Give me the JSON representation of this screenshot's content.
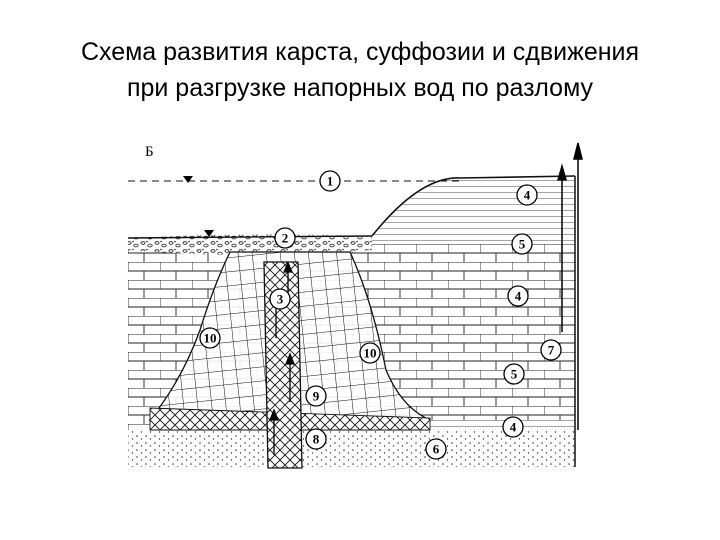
{
  "title": {
    "line1": "Схема развития карста, суффозии и сдвижения",
    "line2": "при разгрузке напорных вод по разлому"
  },
  "diagram": {
    "section_label": "Б",
    "callouts": [
      "1",
      "2",
      "3",
      "4",
      "4",
      "4",
      "5",
      "5",
      "6",
      "7",
      "8",
      "9",
      "10",
      "10"
    ]
  }
}
